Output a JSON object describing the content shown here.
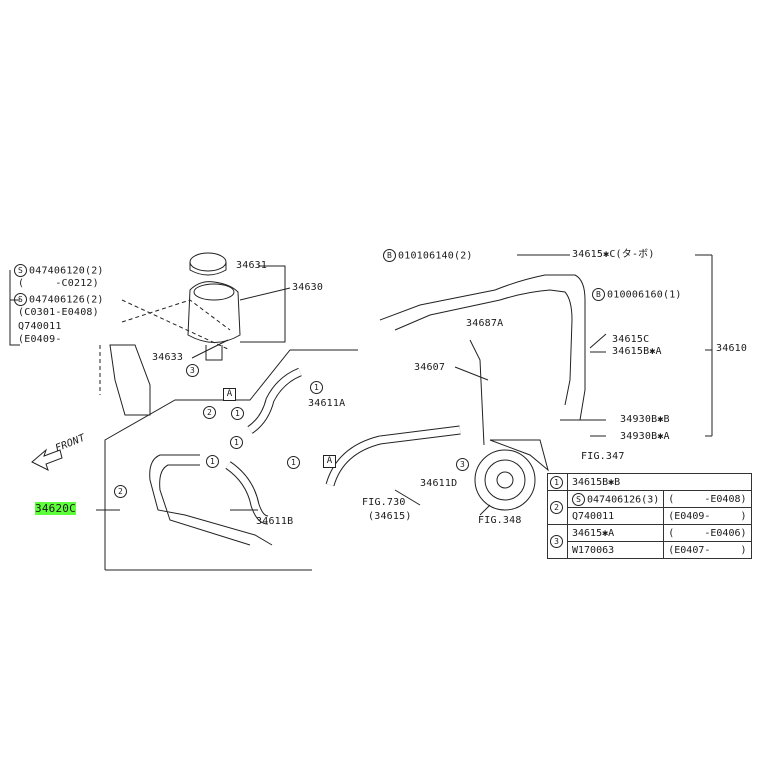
{
  "parts": {
    "p34631": "34631",
    "p34630": "34630",
    "p34633": "34633",
    "p34611A": "34611A",
    "p34611B": "34611B",
    "p34611D": "34611D",
    "p34620C": "34620C",
    "p34687A": "34687A",
    "p34607": "34607",
    "p34615C_ta": "34615✱C(タ-ボ)",
    "p34615C": "34615C",
    "p34615BA": "34615B✱A",
    "p34610": "34610",
    "p34930BB": "34930B✱B",
    "p34930BA": "34930B✱A"
  },
  "bolts": {
    "b010106140": "010106140(2)",
    "b010006160": "010006160(1)"
  },
  "left_codes": {
    "s1": "047406120(2)",
    "s1_range": "(     -C0212)",
    "s2": "047406126(2)",
    "s2_range": "(C0301-E0408)",
    "q": "Q740011",
    "q_range": "(E0409-"
  },
  "refs": {
    "fig347": "FIG.347",
    "fig348": "FIG.348",
    "fig730": "FIG.730",
    "fig730_sub": "(34615)",
    "front": "FRONT",
    "box_a": "A"
  },
  "callouts": {
    "one": "1",
    "two": "2",
    "three": "3"
  },
  "legend": {
    "rows": [
      {
        "num": "1",
        "part": "34615B✱B",
        "range": ""
      },
      {
        "num": "2",
        "part": "047406126(3)",
        "range": "(     -E0408)"
      },
      {
        "num": "",
        "part": "Q740011",
        "range": "(E0409-     )"
      },
      {
        "num": "3",
        "part": "34615✱A",
        "range": "(     -E0406)"
      },
      {
        "num": "",
        "part": "W170063",
        "range": "(E0407-     )"
      }
    ]
  },
  "colors": {
    "line": "#222222",
    "highlight": "#5cff3a"
  }
}
